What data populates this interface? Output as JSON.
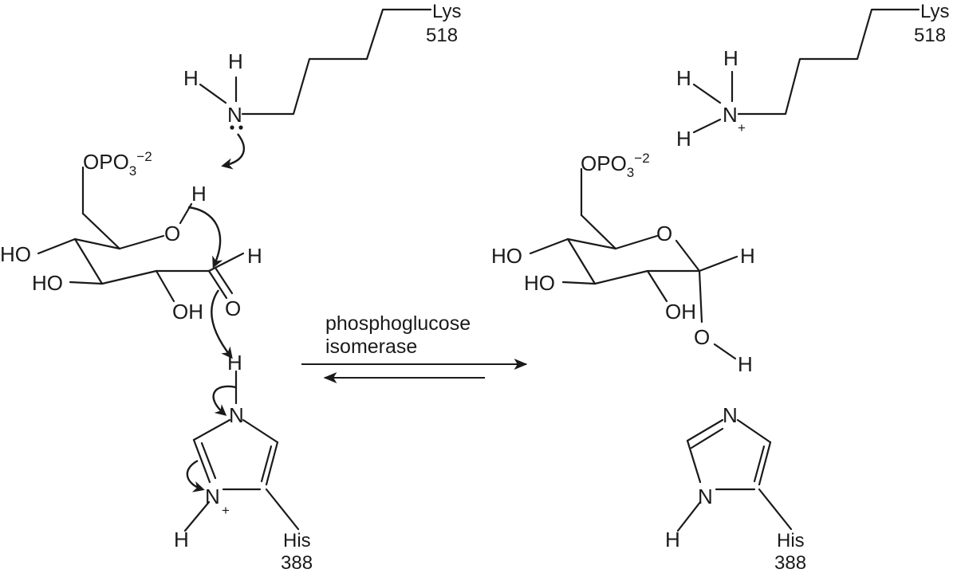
{
  "reaction": {
    "enzyme_line1": "phosphoglucose",
    "enzyme_line2": "isomerase"
  },
  "residues": {
    "lys_name": "Lys",
    "lys_number": "518",
    "his_name": "His",
    "his_number": "388"
  },
  "atoms": {
    "H": "H",
    "N": "N",
    "O": "O",
    "HO": "HO",
    "OH": "OH",
    "opo3": "OPO",
    "opo3_sub": "3",
    "opo3_charge": "−2",
    "plus": "+"
  }
}
